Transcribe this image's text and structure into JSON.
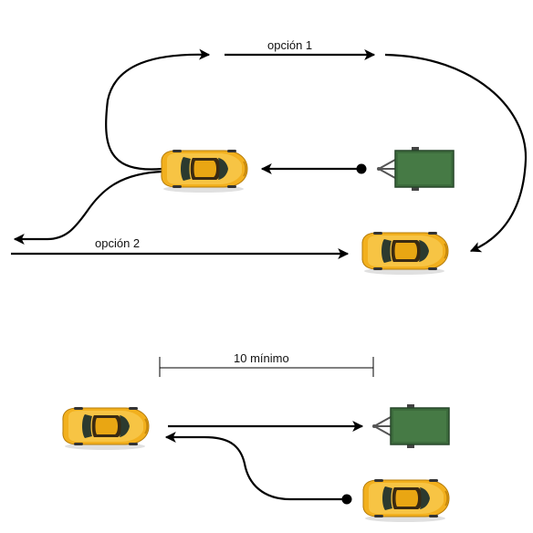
{
  "labels": {
    "option_1": "opción 1",
    "option_2": "opción 2",
    "minimum_distance": "10 mínimo"
  },
  "colors": {
    "car_body": "#f2b01e",
    "car_body_dark": "#c98a0c",
    "car_glass": "#2c3a2f",
    "trailer": "#3c6b3c",
    "trailer_edge": "#27472a",
    "line": "#000000"
  },
  "icons": {
    "car": "car-top-view-icon",
    "trailer": "trailer-top-view-icon",
    "start_point": "dot-icon"
  }
}
